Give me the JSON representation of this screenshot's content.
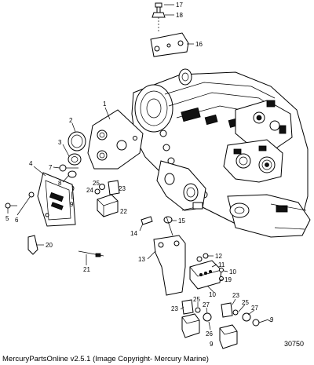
{
  "figure_number": "30750",
  "footer": {
    "copyright": "MercuryPartsOnline v2.5.1 (Image Copyright- Mercury Marine)"
  },
  "callouts": [
    {
      "id": "c17",
      "label": "17"
    },
    {
      "id": "c18",
      "label": "18"
    },
    {
      "id": "c16",
      "label": "16"
    },
    {
      "id": "c1",
      "label": "1"
    },
    {
      "id": "c2",
      "label": "2"
    },
    {
      "id": "c3",
      "label": "3"
    },
    {
      "id": "c4",
      "label": "4"
    },
    {
      "id": "c7",
      "label": "7"
    },
    {
      "id": "c8",
      "label": "8"
    },
    {
      "id": "c9a",
      "label": "9"
    },
    {
      "id": "c5",
      "label": "5"
    },
    {
      "id": "c6",
      "label": "6"
    },
    {
      "id": "c20",
      "label": "20"
    },
    {
      "id": "c21",
      "label": "21"
    },
    {
      "id": "c24",
      "label": "24"
    },
    {
      "id": "c25a",
      "label": "25"
    },
    {
      "id": "c23a",
      "label": "23"
    },
    {
      "id": "c22",
      "label": "22"
    },
    {
      "id": "c14",
      "label": "14"
    },
    {
      "id": "c15",
      "label": "15"
    },
    {
      "id": "c13",
      "label": "13"
    },
    {
      "id": "c12",
      "label": "12"
    },
    {
      "id": "c11",
      "label": "11"
    },
    {
      "id": "c10a",
      "label": "10"
    },
    {
      "id": "c19",
      "label": "19"
    },
    {
      "id": "c10b",
      "label": "10"
    },
    {
      "id": "c23b",
      "label": "23"
    },
    {
      "id": "c25b",
      "label": "25"
    },
    {
      "id": "c27a",
      "label": "27"
    },
    {
      "id": "c23c",
      "label": "23"
    },
    {
      "id": "c25c",
      "label": "25"
    },
    {
      "id": "c27b",
      "label": "27"
    },
    {
      "id": "c9b",
      "label": "9"
    },
    {
      "id": "c26",
      "label": "26"
    },
    {
      "id": "c9c",
      "label": "9"
    }
  ]
}
